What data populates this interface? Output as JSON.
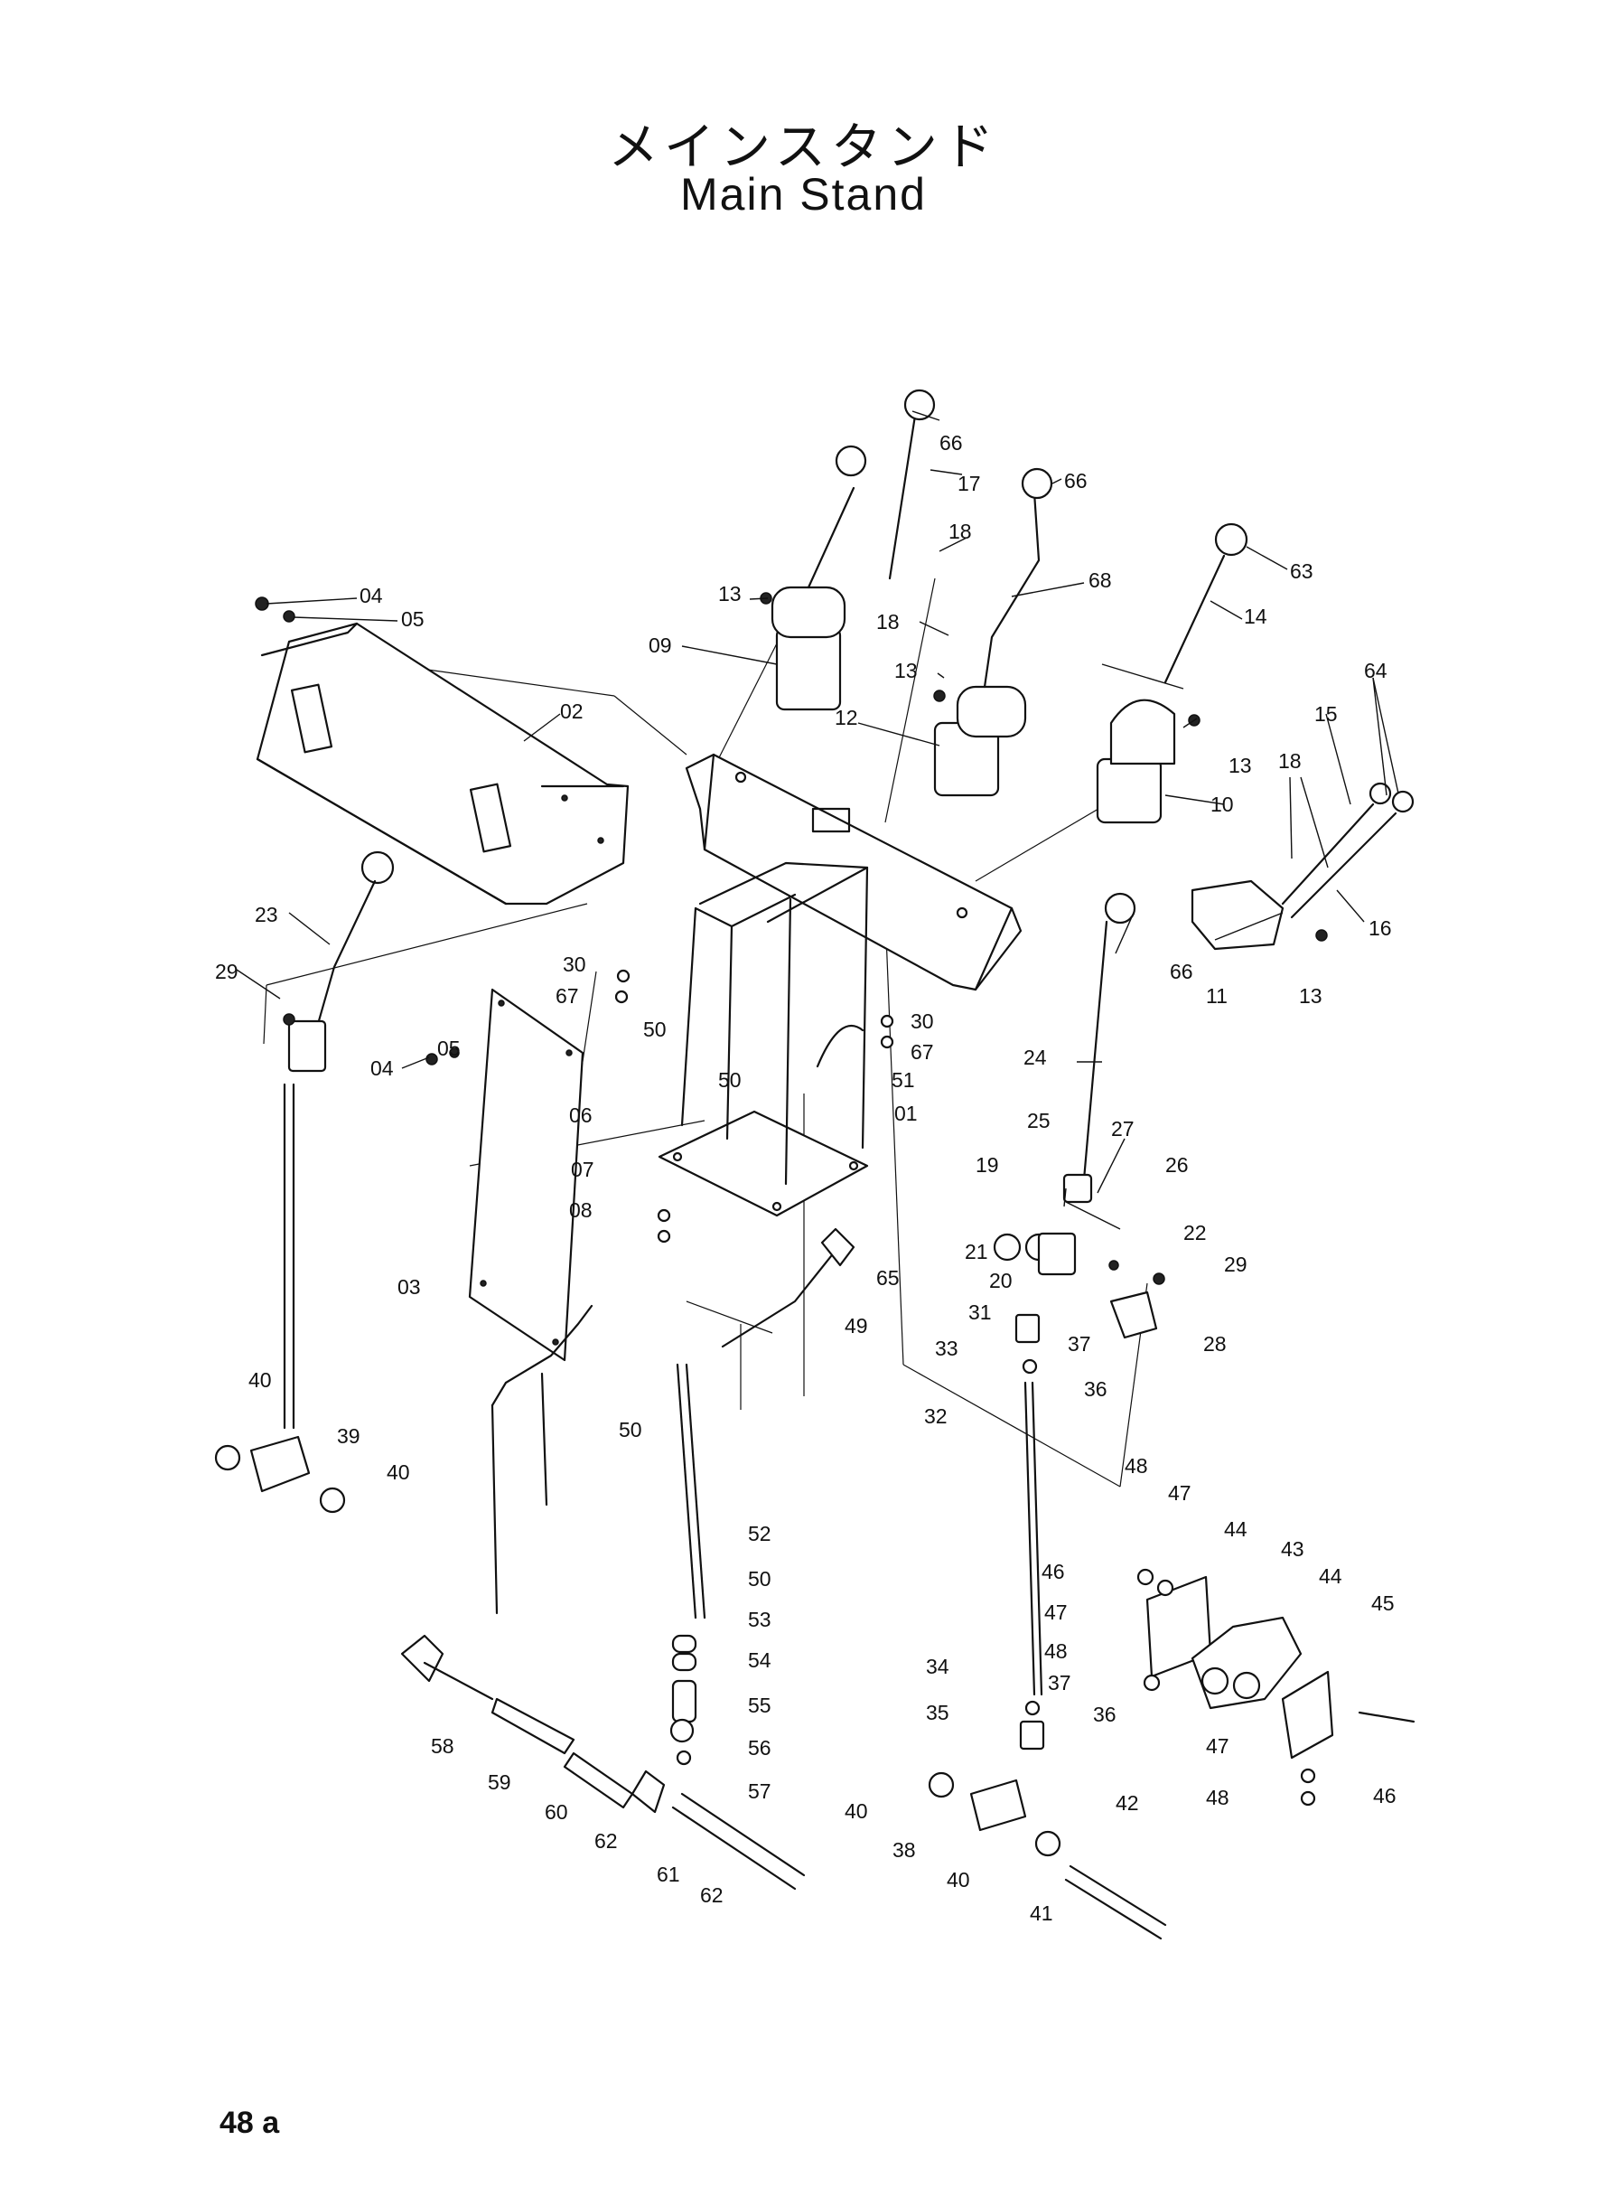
{
  "title_jp": "メインスタンド",
  "title_en": "Main Stand",
  "page_number": "48 a",
  "callouts": [
    {
      "id": "c01",
      "text": "01"
    },
    {
      "id": "c02",
      "text": "02"
    },
    {
      "id": "c03",
      "text": "03"
    },
    {
      "id": "c04a",
      "text": "04"
    },
    {
      "id": "c04b",
      "text": "04"
    },
    {
      "id": "c05a",
      "text": "05"
    },
    {
      "id": "c05b",
      "text": "05"
    },
    {
      "id": "c06",
      "text": "06"
    },
    {
      "id": "c07",
      "text": "07"
    },
    {
      "id": "c08",
      "text": "08"
    },
    {
      "id": "c09",
      "text": "09"
    },
    {
      "id": "c10",
      "text": "10"
    },
    {
      "id": "c11",
      "text": "11"
    },
    {
      "id": "c12",
      "text": "12"
    },
    {
      "id": "c13a",
      "text": "13"
    },
    {
      "id": "c13b",
      "text": "13"
    },
    {
      "id": "c13c",
      "text": "13"
    },
    {
      "id": "c13d",
      "text": "13"
    },
    {
      "id": "c14",
      "text": "14"
    },
    {
      "id": "c15",
      "text": "15"
    },
    {
      "id": "c16",
      "text": "16"
    },
    {
      "id": "c17",
      "text": "17"
    },
    {
      "id": "c18a",
      "text": "18"
    },
    {
      "id": "c18b",
      "text": "18"
    },
    {
      "id": "c18c",
      "text": "18"
    },
    {
      "id": "c19",
      "text": "19"
    },
    {
      "id": "c20",
      "text": "20"
    },
    {
      "id": "c21",
      "text": "21"
    },
    {
      "id": "c22",
      "text": "22"
    },
    {
      "id": "c23",
      "text": "23"
    },
    {
      "id": "c24",
      "text": "24"
    },
    {
      "id": "c25",
      "text": "25"
    },
    {
      "id": "c26",
      "text": "26"
    },
    {
      "id": "c27",
      "text": "27"
    },
    {
      "id": "c28",
      "text": "28"
    },
    {
      "id": "c29a",
      "text": "29"
    },
    {
      "id": "c29b",
      "text": "29"
    },
    {
      "id": "c30a",
      "text": "30"
    },
    {
      "id": "c30b",
      "text": "30"
    },
    {
      "id": "c31",
      "text": "31"
    },
    {
      "id": "c32",
      "text": "32"
    },
    {
      "id": "c33",
      "text": "33"
    },
    {
      "id": "c34",
      "text": "34"
    },
    {
      "id": "c35",
      "text": "35"
    },
    {
      "id": "c36a",
      "text": "36"
    },
    {
      "id": "c36b",
      "text": "36"
    },
    {
      "id": "c37a",
      "text": "37"
    },
    {
      "id": "c37b",
      "text": "37"
    },
    {
      "id": "c38",
      "text": "38"
    },
    {
      "id": "c39",
      "text": "39"
    },
    {
      "id": "c40a",
      "text": "40"
    },
    {
      "id": "c40b",
      "text": "40"
    },
    {
      "id": "c40c",
      "text": "40"
    },
    {
      "id": "c40d",
      "text": "40"
    },
    {
      "id": "c41",
      "text": "41"
    },
    {
      "id": "c42",
      "text": "42"
    },
    {
      "id": "c43",
      "text": "43"
    },
    {
      "id": "c44a",
      "text": "44"
    },
    {
      "id": "c44b",
      "text": "44"
    },
    {
      "id": "c45",
      "text": "45"
    },
    {
      "id": "c46a",
      "text": "46"
    },
    {
      "id": "c46b",
      "text": "46"
    },
    {
      "id": "c47a",
      "text": "47"
    },
    {
      "id": "c47b",
      "text": "47"
    },
    {
      "id": "c47c",
      "text": "47"
    },
    {
      "id": "c48a",
      "text": "48"
    },
    {
      "id": "c48b",
      "text": "48"
    },
    {
      "id": "c48c",
      "text": "48"
    },
    {
      "id": "c49",
      "text": "49"
    },
    {
      "id": "c50a",
      "text": "50"
    },
    {
      "id": "c50b",
      "text": "50"
    },
    {
      "id": "c50c",
      "text": "50"
    },
    {
      "id": "c50d",
      "text": "50"
    },
    {
      "id": "c51",
      "text": "51"
    },
    {
      "id": "c52",
      "text": "52"
    },
    {
      "id": "c53",
      "text": "53"
    },
    {
      "id": "c54",
      "text": "54"
    },
    {
      "id": "c55",
      "text": "55"
    },
    {
      "id": "c56",
      "text": "56"
    },
    {
      "id": "c57",
      "text": "57"
    },
    {
      "id": "c58",
      "text": "58"
    },
    {
      "id": "c59",
      "text": "59"
    },
    {
      "id": "c60",
      "text": "60"
    },
    {
      "id": "c61",
      "text": "61"
    },
    {
      "id": "c62a",
      "text": "62"
    },
    {
      "id": "c62b",
      "text": "62"
    },
    {
      "id": "c63",
      "text": "63"
    },
    {
      "id": "c64",
      "text": "64"
    },
    {
      "id": "c65",
      "text": "65"
    },
    {
      "id": "c66a",
      "text": "66"
    },
    {
      "id": "c66b",
      "text": "66"
    },
    {
      "id": "c66c",
      "text": "66"
    },
    {
      "id": "c67a",
      "text": "67"
    },
    {
      "id": "c67b",
      "text": "67"
    },
    {
      "id": "c68",
      "text": "68"
    }
  ]
}
